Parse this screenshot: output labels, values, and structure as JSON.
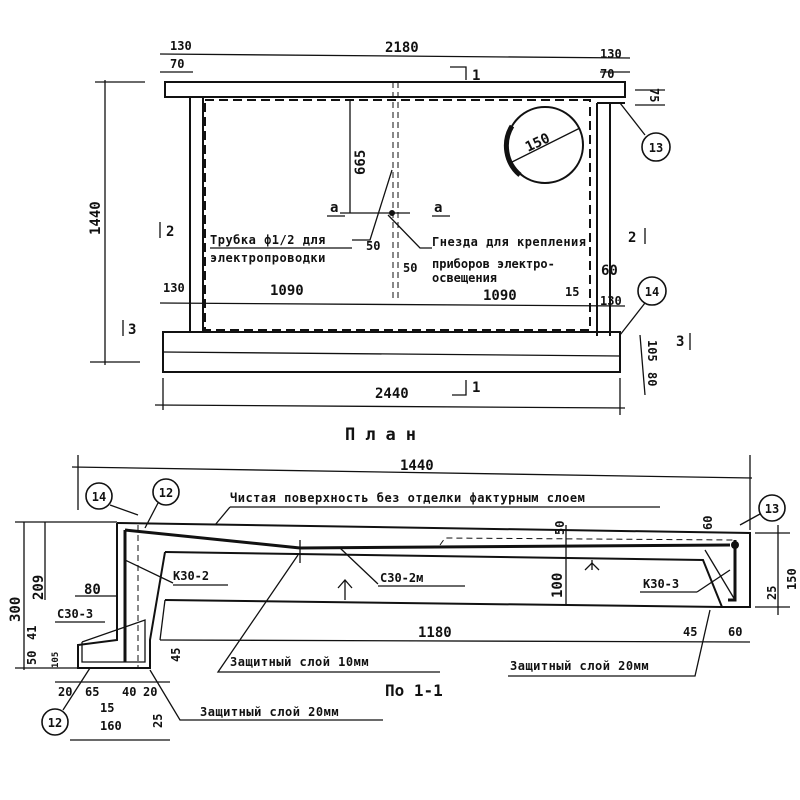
{
  "plan": {
    "title": "План",
    "dims": {
      "top_total": "2180",
      "top_left_a": "130",
      "top_left_b": "70",
      "top_right_a": "130",
      "top_right_b": "70",
      "right_top": "75",
      "height_total": "1440",
      "to_socket": "665",
      "socket_left": "50",
      "socket_right": "50",
      "left_span": "1090",
      "right_span": "1090",
      "left_wall": "130",
      "right_wall": "130",
      "right_gap": "15",
      "right_60": "60",
      "bottom_105": "105",
      "bottom_80": "80",
      "bottom_total": "2440",
      "hole_diameter": "150"
    },
    "section_marks": {
      "a_left": "а",
      "a_right": "а",
      "cut1_top": "1",
      "cut1_bottom": "1",
      "cut2_left": "2",
      "cut2_right": "2",
      "cut3_left": "3",
      "cut3_right": "3"
    },
    "notes": {
      "tube_line1": "Трубка ф1/2 для",
      "tube_line2": "электропроводки",
      "socket_line1": "Гнезда для крепления",
      "socket_line2": "приборов электро-",
      "socket_line3": "освещения"
    },
    "callouts": {
      "c13": "13",
      "c14": "14"
    }
  },
  "section": {
    "title": "По 1-1",
    "dims": {
      "length_total": "1440",
      "inner_span": "1180",
      "h300": "300",
      "h209": "209",
      "d80": "80",
      "h50": "50",
      "h41": "41",
      "h105": "105",
      "h45": "45",
      "b20a": "20",
      "b65": "65",
      "b40": "40",
      "b20b": "20",
      "b15": "15",
      "b160": "160",
      "b25": "25",
      "mid50": "50",
      "mid100": "100",
      "r60top": "60",
      "r150": "150",
      "r25": "25",
      "r45": "45",
      "r60": "60"
    },
    "rebar": {
      "k30_2": "К30-2",
      "c30_2m": "С30-2м",
      "k30_3": "К30-3",
      "c30_3": "С30-3"
    },
    "notes": {
      "surface": "Чистая поверхность без отделки фактурным слоем",
      "cover10": "Защитный слой 10мм",
      "cover20_right": "Защитный слой 20мм",
      "cover20_left": "Защитный слой 20мм"
    },
    "callouts": {
      "c14": "14",
      "c12_top": "12",
      "c12_bottom": "12",
      "c13": "13"
    }
  }
}
